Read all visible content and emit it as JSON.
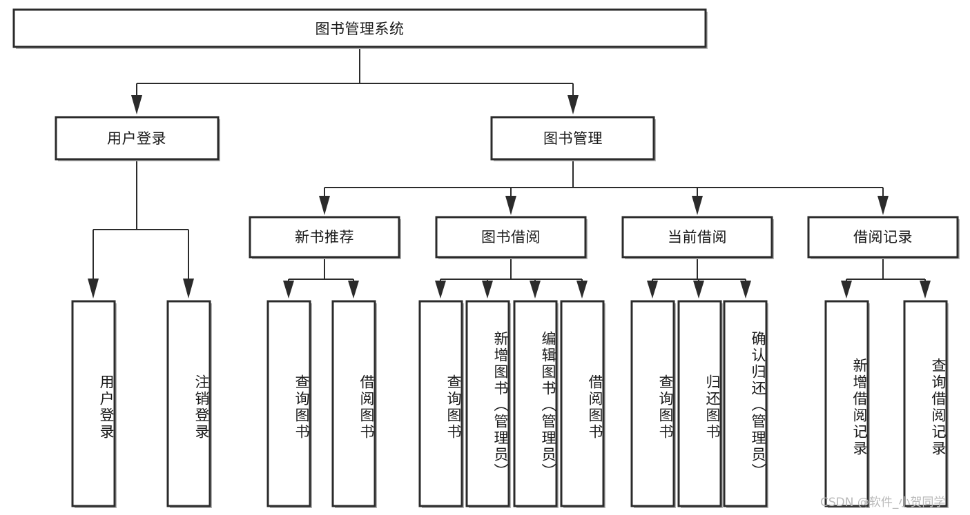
{
  "diagram": {
    "type": "tree-hierarchy",
    "title": "图书管理系统",
    "orientation": "top-down",
    "colors": {
      "box_stroke": "#2b2b2b",
      "box_fill": "#ffffff",
      "connector": "#2b2b2b",
      "text": "#1a1a1a",
      "background": "#ffffff",
      "watermark": "#b9b9b9"
    },
    "levels": 4
  },
  "root": {
    "label": "图书管理系统"
  },
  "level2": [
    {
      "id": "user-login",
      "label": "用户登录"
    },
    {
      "id": "book-manage",
      "label": "图书管理"
    }
  ],
  "level3": [
    {
      "id": "new-book-recommend",
      "label": "新书推荐",
      "parent": "book-manage"
    },
    {
      "id": "book-borrow",
      "label": "图书借阅",
      "parent": "book-manage"
    },
    {
      "id": "current-borrow",
      "label": "当前借阅",
      "parent": "book-manage"
    },
    {
      "id": "borrow-record",
      "label": "借阅记录",
      "parent": "book-manage"
    }
  ],
  "leaves": {
    "user_login": [
      {
        "id": "leaf-user-login",
        "label": "用户登录"
      },
      {
        "id": "leaf-logout-login",
        "label": "注销登录"
      }
    ],
    "new_book_recommend": [
      {
        "id": "leaf-query-book-1",
        "label": "查询图书"
      },
      {
        "id": "leaf-borrow-book-1",
        "label": "借阅图书"
      }
    ],
    "book_borrow": [
      {
        "id": "leaf-query-book-2",
        "label": "查询图书"
      },
      {
        "id": "leaf-add-book",
        "label": "新增图书（管理员）"
      },
      {
        "id": "leaf-edit-book",
        "label": "编辑图书（管理员）"
      },
      {
        "id": "leaf-borrow-book-2",
        "label": "借阅图书"
      }
    ],
    "current_borrow": [
      {
        "id": "leaf-query-book-3",
        "label": "查询图书"
      },
      {
        "id": "leaf-return-book",
        "label": "归还图书"
      },
      {
        "id": "leaf-confirm-return",
        "label": "确认归还（管理员）"
      }
    ],
    "borrow_record": [
      {
        "id": "leaf-add-record",
        "label": "新增借阅记录"
      },
      {
        "id": "leaf-query-record",
        "label": "查询借阅记录"
      }
    ]
  },
  "watermark": {
    "text": "CSDN @软件_小贺同学"
  }
}
